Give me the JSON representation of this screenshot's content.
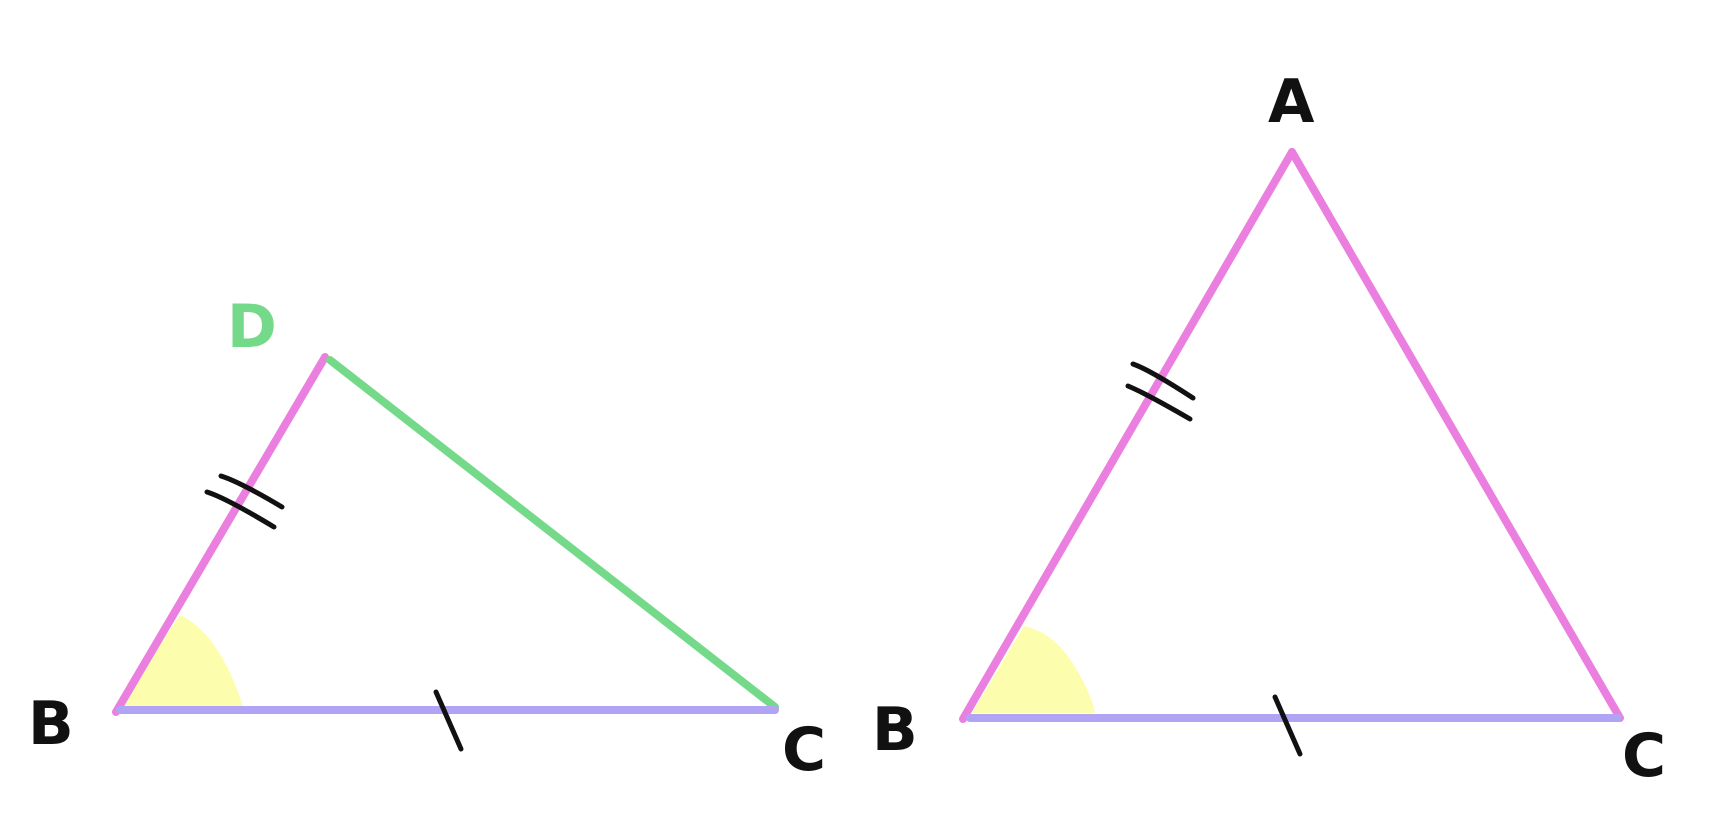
{
  "colors": {
    "background": "#ffffff",
    "pink_side": "#ea7fe0",
    "purple_base": "#b1a4f5",
    "green_side": "#75d98a",
    "angle_fill": "#fdfdae",
    "ink": "#111111"
  },
  "left_triangle": {
    "labels": {
      "top": "D",
      "bottom_left": "B",
      "bottom_right": "C"
    },
    "label_colors": {
      "top": "#75d98a",
      "bottom_left": "#111111",
      "bottom_right": "#111111"
    },
    "tick_marks": {
      "left_side": 2,
      "base": 1
    },
    "marked_angle": "B"
  },
  "right_triangle": {
    "labels": {
      "top": "A",
      "bottom_left": "B",
      "bottom_right": "C"
    },
    "label_colors": {
      "top": "#111111",
      "bottom_left": "#111111",
      "bottom_right": "#111111"
    },
    "tick_marks": {
      "left_side": 2,
      "base": 1
    },
    "marked_angle": "B"
  }
}
